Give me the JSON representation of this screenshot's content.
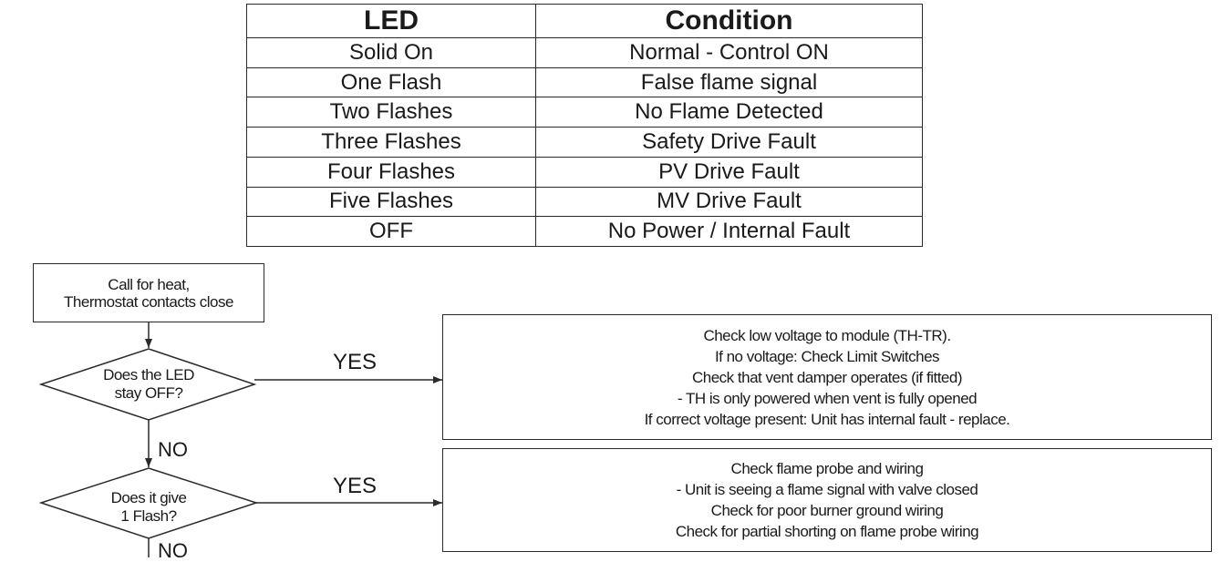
{
  "led_table": {
    "headers": [
      "LED",
      "Condition"
    ],
    "rows": [
      [
        "Solid On",
        "Normal - Control ON"
      ],
      [
        "One Flash",
        "False flame signal"
      ],
      [
        "Two Flashes",
        "No Flame Detected"
      ],
      [
        "Three Flashes",
        "Safety Drive Fault"
      ],
      [
        "Four Flashes",
        "PV Drive Fault"
      ],
      [
        "Five Flashes",
        "MV Drive Fault"
      ],
      [
        "OFF",
        "No Power / Internal Fault"
      ]
    ]
  },
  "flowchart": {
    "start": [
      "Call for heat,",
      "Thermostat contacts close"
    ],
    "decision_1": [
      "Does the LED",
      "stay OFF?"
    ],
    "decision_2": [
      "Does it give",
      "1 Flash?"
    ],
    "yes_label": "YES",
    "no_label": "NO",
    "action_1": [
      "Check low voltage to module (TH-TR).",
      "If no voltage: Check Limit Switches",
      "Check that vent damper operates (if fitted)",
      "- TH is only powered when vent is fully opened",
      "If correct voltage present: Unit has internal fault - replace."
    ],
    "action_2": [
      "Check flame probe and wiring",
      "- Unit is seeing a flame signal with valve closed",
      "Check for poor burner ground wiring",
      "Check for partial shorting on flame probe wiring"
    ]
  }
}
